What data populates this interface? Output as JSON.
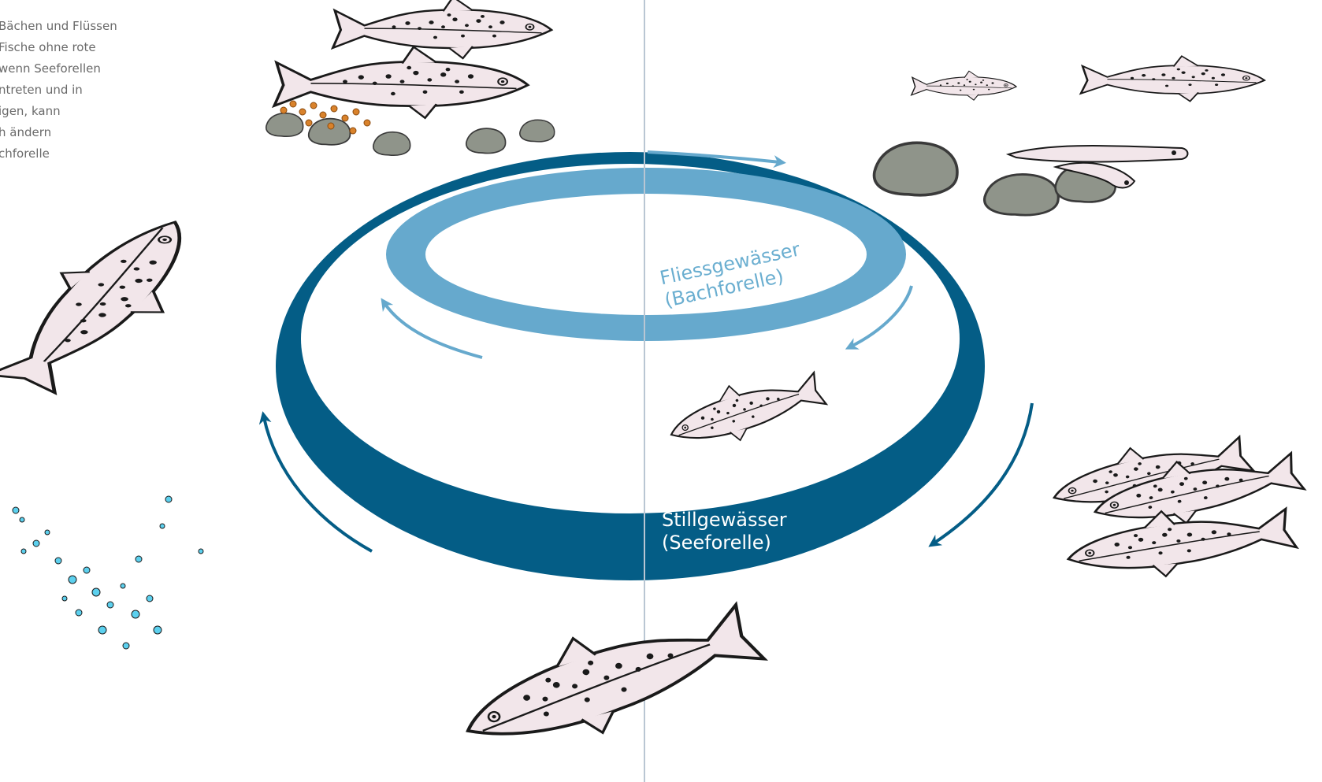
{
  "intro_text": {
    "lines": [
      "Bächen und Flüssen",
      "Fische ohne rote",
      "wenn Seeforellen",
      "ntreten und in",
      "igen, kann",
      "h ändern",
      "chforelle"
    ]
  },
  "cycle": {
    "inner": {
      "line1": "Fliessgewässer",
      "line2": "(Bachforelle)"
    },
    "outer": {
      "line1": "Stillgewässer",
      "line2": "(Seeforelle)"
    }
  },
  "colors": {
    "inner_ring": "#66a9cd",
    "outer_ring": "#045d86",
    "divider": "#b9c6d3",
    "fish_body": "#f2e6ea",
    "fish_outline": "#1a1a1a",
    "stone": "#8f948a",
    "eggs": "#d9822b",
    "water_splash": "#5cd0ee"
  },
  "illustrations": [
    "spawning-trout-pair",
    "juvenile-trout-and-larvae",
    "migrating-trout-small",
    "lake-trout-group",
    "adult-lake-trout",
    "leaping-trout"
  ]
}
